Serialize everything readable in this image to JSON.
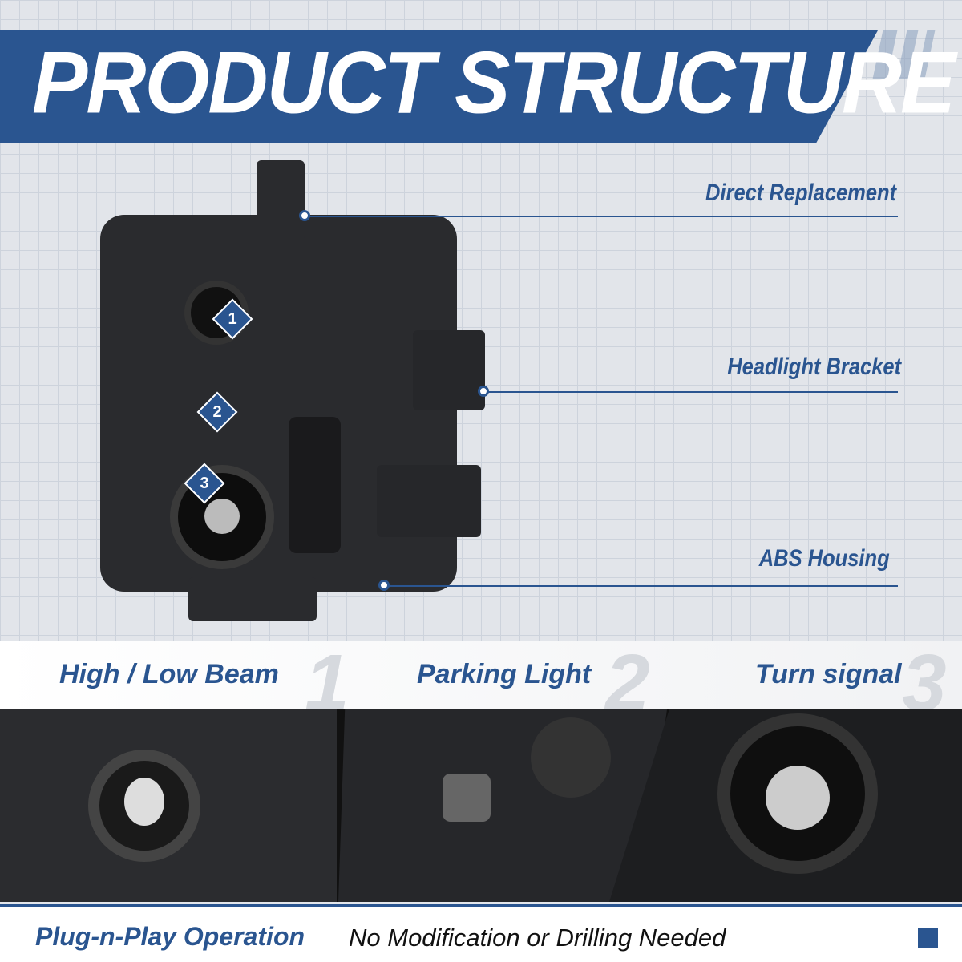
{
  "header": {
    "title": "PRODUCT STRUCTURE"
  },
  "callouts": [
    {
      "label": "Direct Replacement"
    },
    {
      "label": "Headlight Bracket"
    },
    {
      "label": "ABS Housing"
    }
  ],
  "badges": [
    "1",
    "2",
    "3"
  ],
  "features": [
    {
      "label": "High / Low Beam",
      "number": "1"
    },
    {
      "label": "Parking Light",
      "number": "2"
    },
    {
      "label": "Turn signal",
      "number": "3"
    }
  ],
  "footer": {
    "highlight": "Plug-n-Play Operation",
    "text": "No Modification or Drilling Needed"
  },
  "colors": {
    "brand": "#2a5590"
  }
}
